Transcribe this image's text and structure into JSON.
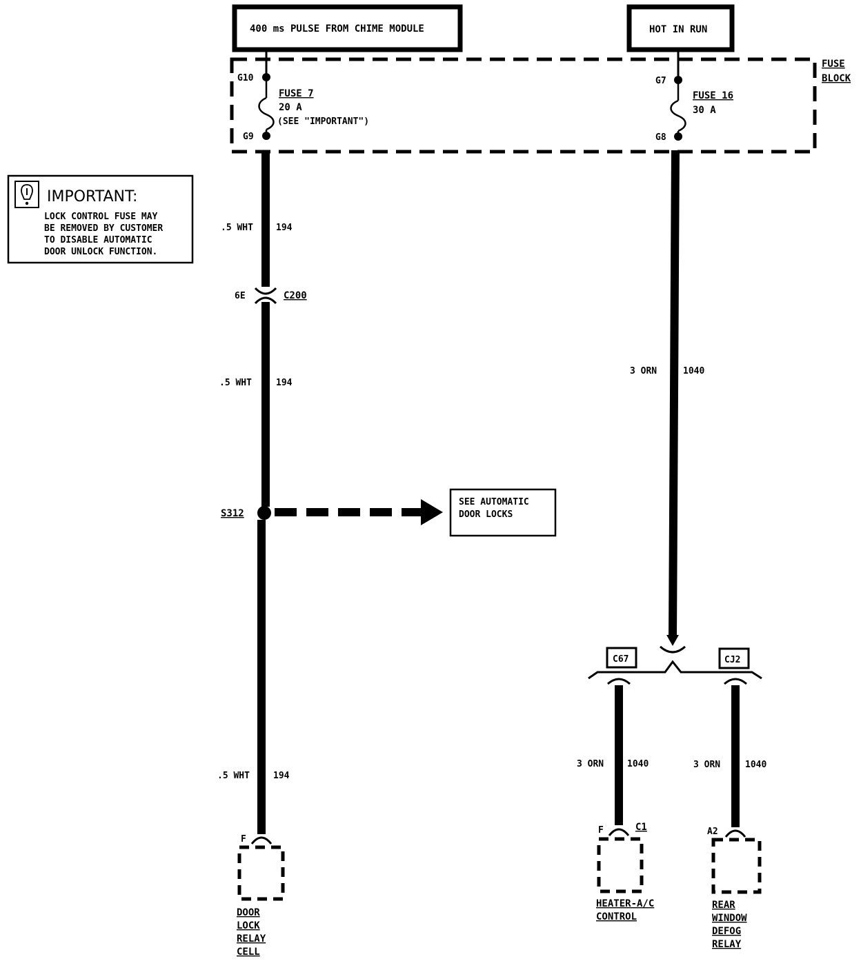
{
  "sources": {
    "left": "400 ms PULSE FROM CHIME MODULE",
    "right": "HOT IN RUN"
  },
  "fuse_block": {
    "label_line1": "FUSE",
    "label_line2": "BLOCK",
    "fuse7": {
      "top_terminal": "G10",
      "bottom_terminal": "G9",
      "name": "FUSE 7",
      "rating": "20 A",
      "note": "(SEE \"IMPORTANT\")"
    },
    "fuse16": {
      "top_terminal": "G7",
      "bottom_terminal": "G8",
      "name": "FUSE 16",
      "rating": "30 A"
    }
  },
  "important_box": {
    "icon": "exclamation-bulb-icon",
    "title": "IMPORTANT:",
    "lines": [
      "LOCK CONTROL FUSE MAY",
      "BE REMOVED BY CUSTOMER",
      "TO DISABLE AUTOMATIC",
      "DOOR UNLOCK FUNCTION."
    ]
  },
  "left_circuit": {
    "wire1": {
      "gauge_color": ".5 WHT",
      "circuit": "194"
    },
    "connector": {
      "pin": "6E",
      "name": "C200"
    },
    "wire2": {
      "gauge_color": ".5 WHT",
      "circuit": "194"
    },
    "splice": "S312",
    "reference_box": {
      "line1": "SEE AUTOMATIC",
      "line2": "DOOR LOCKS"
    },
    "wire3": {
      "gauge_color": ".5 WHT",
      "circuit": "194"
    },
    "terminal_pin": "F",
    "component_lines": [
      "DOOR",
      "LOCK",
      "RELAY",
      "CELL"
    ]
  },
  "right_circuit": {
    "wire_main": {
      "gauge_color": "3 ORN",
      "circuit": "1040"
    },
    "connector_left": "C67",
    "connector_right": "CJ2",
    "branch_left": {
      "wire": {
        "gauge_color": "3 ORN",
        "circuit": "1040"
      },
      "pin": "F",
      "connector": "C1",
      "component_lines": [
        "HEATER-A/C",
        "CONTROL"
      ]
    },
    "branch_right": {
      "wire": {
        "gauge_color": "3 ORN",
        "circuit": "1040"
      },
      "pin": "A2",
      "component_lines": [
        "REAR",
        "WINDOW",
        "DEFOG",
        "RELAY"
      ]
    }
  },
  "colors": {
    "ink": "#000000",
    "paper": "#ffffff"
  }
}
